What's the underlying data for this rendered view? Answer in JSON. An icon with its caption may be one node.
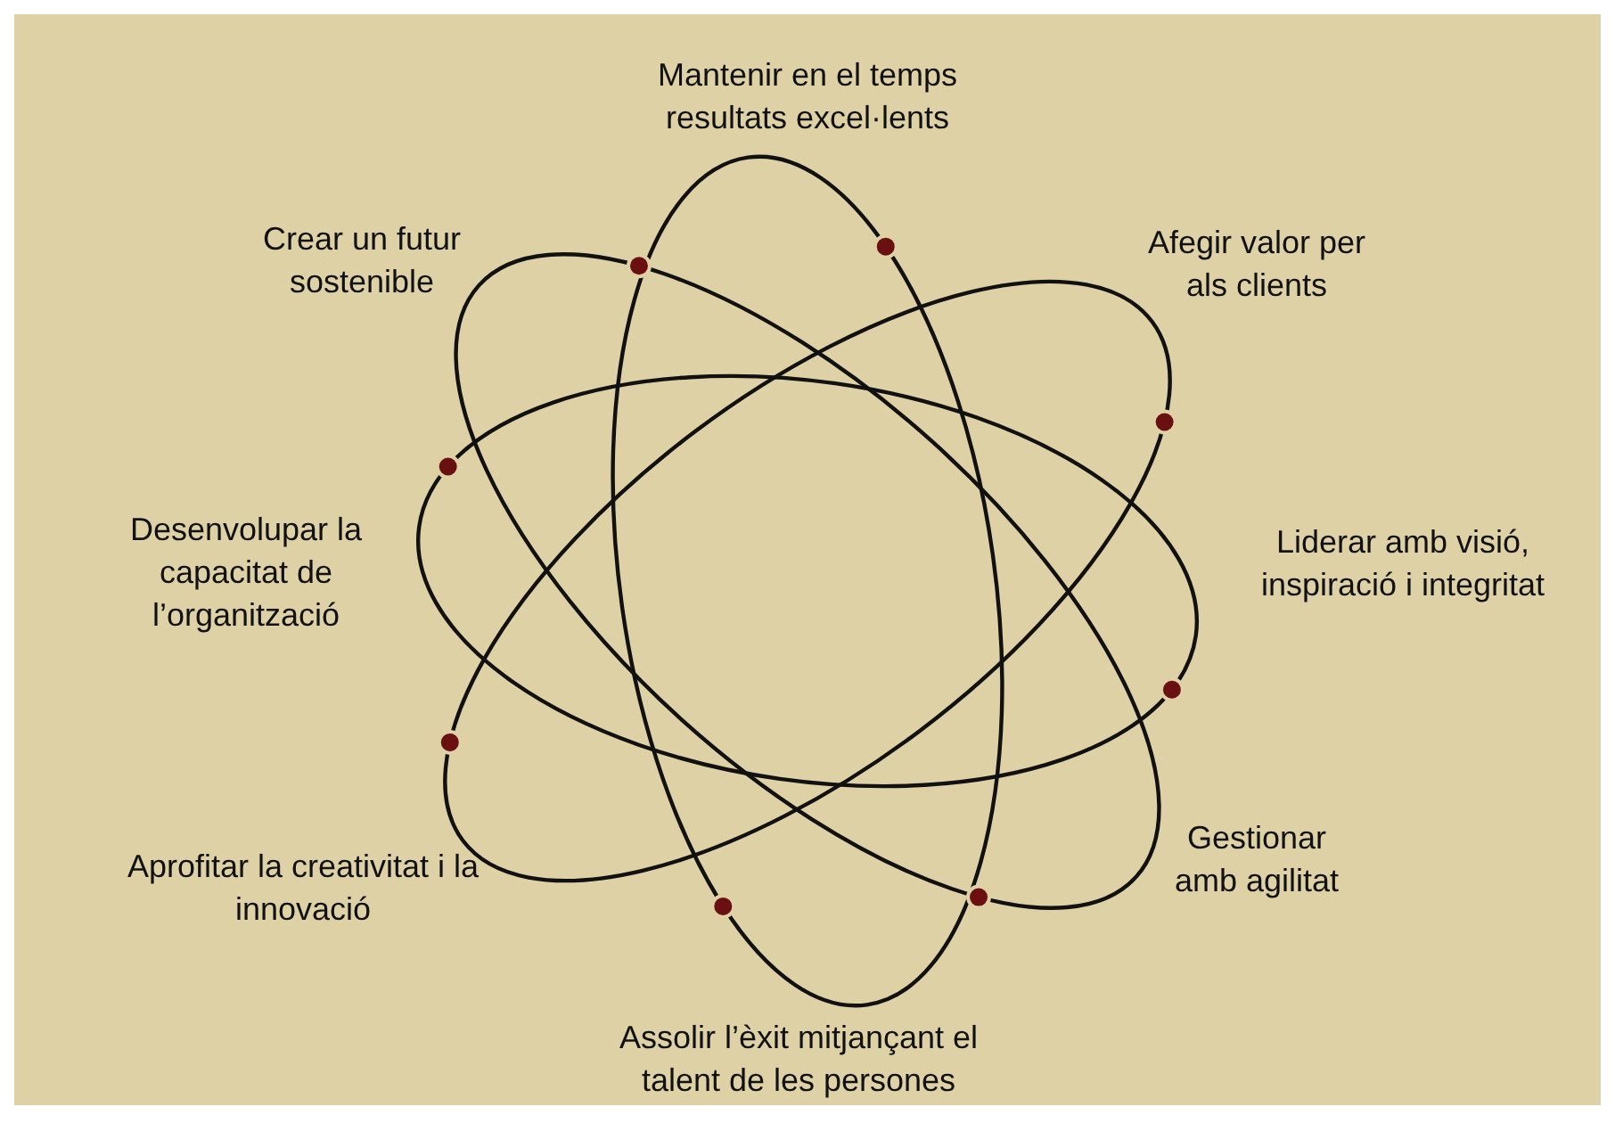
{
  "diagram": {
    "labels": [
      "Mantenir en el temps resultats excel·lents",
      "Crear un futur sostenible",
      "Afegir valor per als clients",
      "Desenvolupar la capacitat de l’organització",
      "Liderar amb visió, inspiració i integritat",
      "Gestionar amb agilitat",
      "Aprofitar la creativitat i la innovació",
      "Assolir l’èxit mitjançant el talent de les persones"
    ]
  }
}
